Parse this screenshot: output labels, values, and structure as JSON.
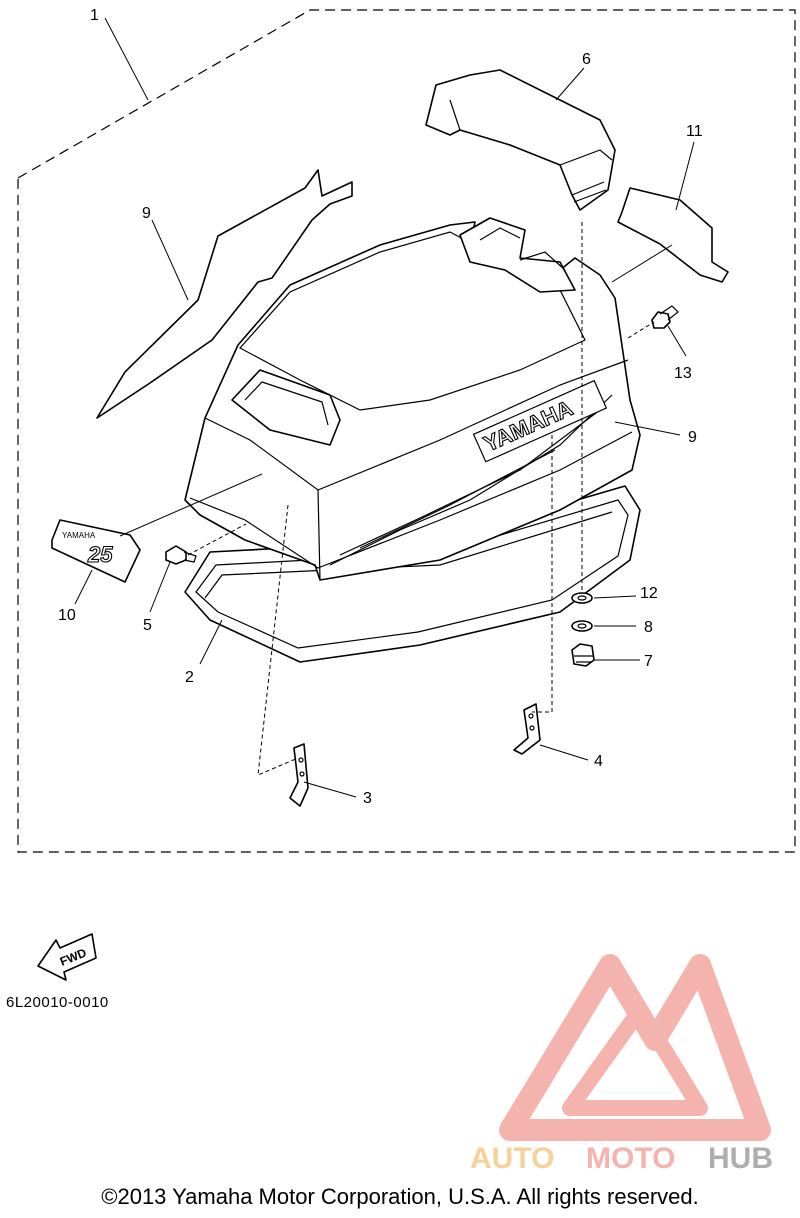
{
  "callouts": [
    {
      "id": "1",
      "label": "1"
    },
    {
      "id": "2",
      "label": "2"
    },
    {
      "id": "3",
      "label": "3"
    },
    {
      "id": "4",
      "label": "4"
    },
    {
      "id": "5",
      "label": "5"
    },
    {
      "id": "6",
      "label": "6"
    },
    {
      "id": "7",
      "label": "7"
    },
    {
      "id": "8",
      "label": "8"
    },
    {
      "id": "9a",
      "label": "9"
    },
    {
      "id": "9b",
      "label": "9"
    },
    {
      "id": "10",
      "label": "10"
    },
    {
      "id": "11",
      "label": "11"
    },
    {
      "id": "12",
      "label": "12"
    },
    {
      "id": "13",
      "label": "13"
    }
  ],
  "cowl_brand_text": "YAMAHA",
  "decal_brand_text": "YAMAHA",
  "decal_model_text": "25",
  "fwd_label": "FWD",
  "diagram_code": "6L20010-0010",
  "watermark": {
    "word_part1": "AUTO",
    "word_part2": "MOTO",
    "word_part3": "HUB",
    "color_primary": "#f4a6a0",
    "color_secondary": "#f5c98a",
    "color_tertiary": "#a0a0a0"
  },
  "copyright": "©2013 Yamaha Motor Corporation, U.S.A. All rights reserved."
}
